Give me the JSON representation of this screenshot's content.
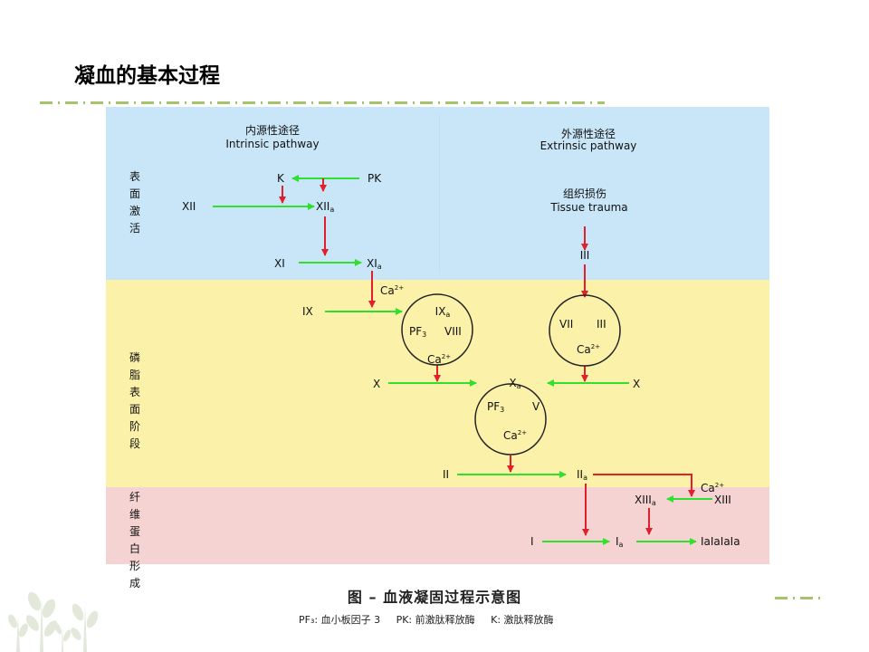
{
  "slide": {
    "title": "凝血的基本过程"
  },
  "zones": {
    "surface": "表面激活",
    "phospholipid": "磷脂表面阶段",
    "fibrin": "纤维蛋白形成"
  },
  "pathways": {
    "intrinsic": {
      "cn": "内源性途径",
      "en": "Intrinsic pathway"
    },
    "extrinsic": {
      "cn": "外源性途径",
      "en": "Extrinsic pathway"
    }
  },
  "factors": {
    "k": "K",
    "pk": "PK",
    "xii": "XII",
    "xiia": "XII",
    "xi": "XI",
    "xia": "XI",
    "ix": "IX",
    "ixa": "IX",
    "x_left": "X",
    "x_right": "X",
    "xa": "X",
    "ii": "II",
    "iia": "II",
    "xiii": "XIII",
    "xiiia": "XIII",
    "i": "I",
    "ia": "I",
    "ia_poly": "IaIaIaIa",
    "iii": "III",
    "tissue_trauma_cn": "组织损伤",
    "tissue_trauma_en": "Tissue trauma",
    "vii": "VII",
    "iii_complex": "III",
    "pf3": "PF",
    "viii": "VIII",
    "v": "V",
    "ca": "Ca",
    "ca_charge": "2+",
    "active_sub": "a",
    "pf_sub": "3"
  },
  "caption": "图 – 血液凝固过程示意图",
  "legend": {
    "pf3": "PF₃: 血小板因子 3",
    "pk": "PK: 前激肽释放酶",
    "k": "K: 激肽释放酶"
  },
  "colors": {
    "activation_arrow": "#2fe02f",
    "conversion_arrow": "#e0202a",
    "surface_zone": "#c8e6f8",
    "phospholipid_zone": "#fbf1a8",
    "fibrin_zone": "#f6d3d3"
  }
}
